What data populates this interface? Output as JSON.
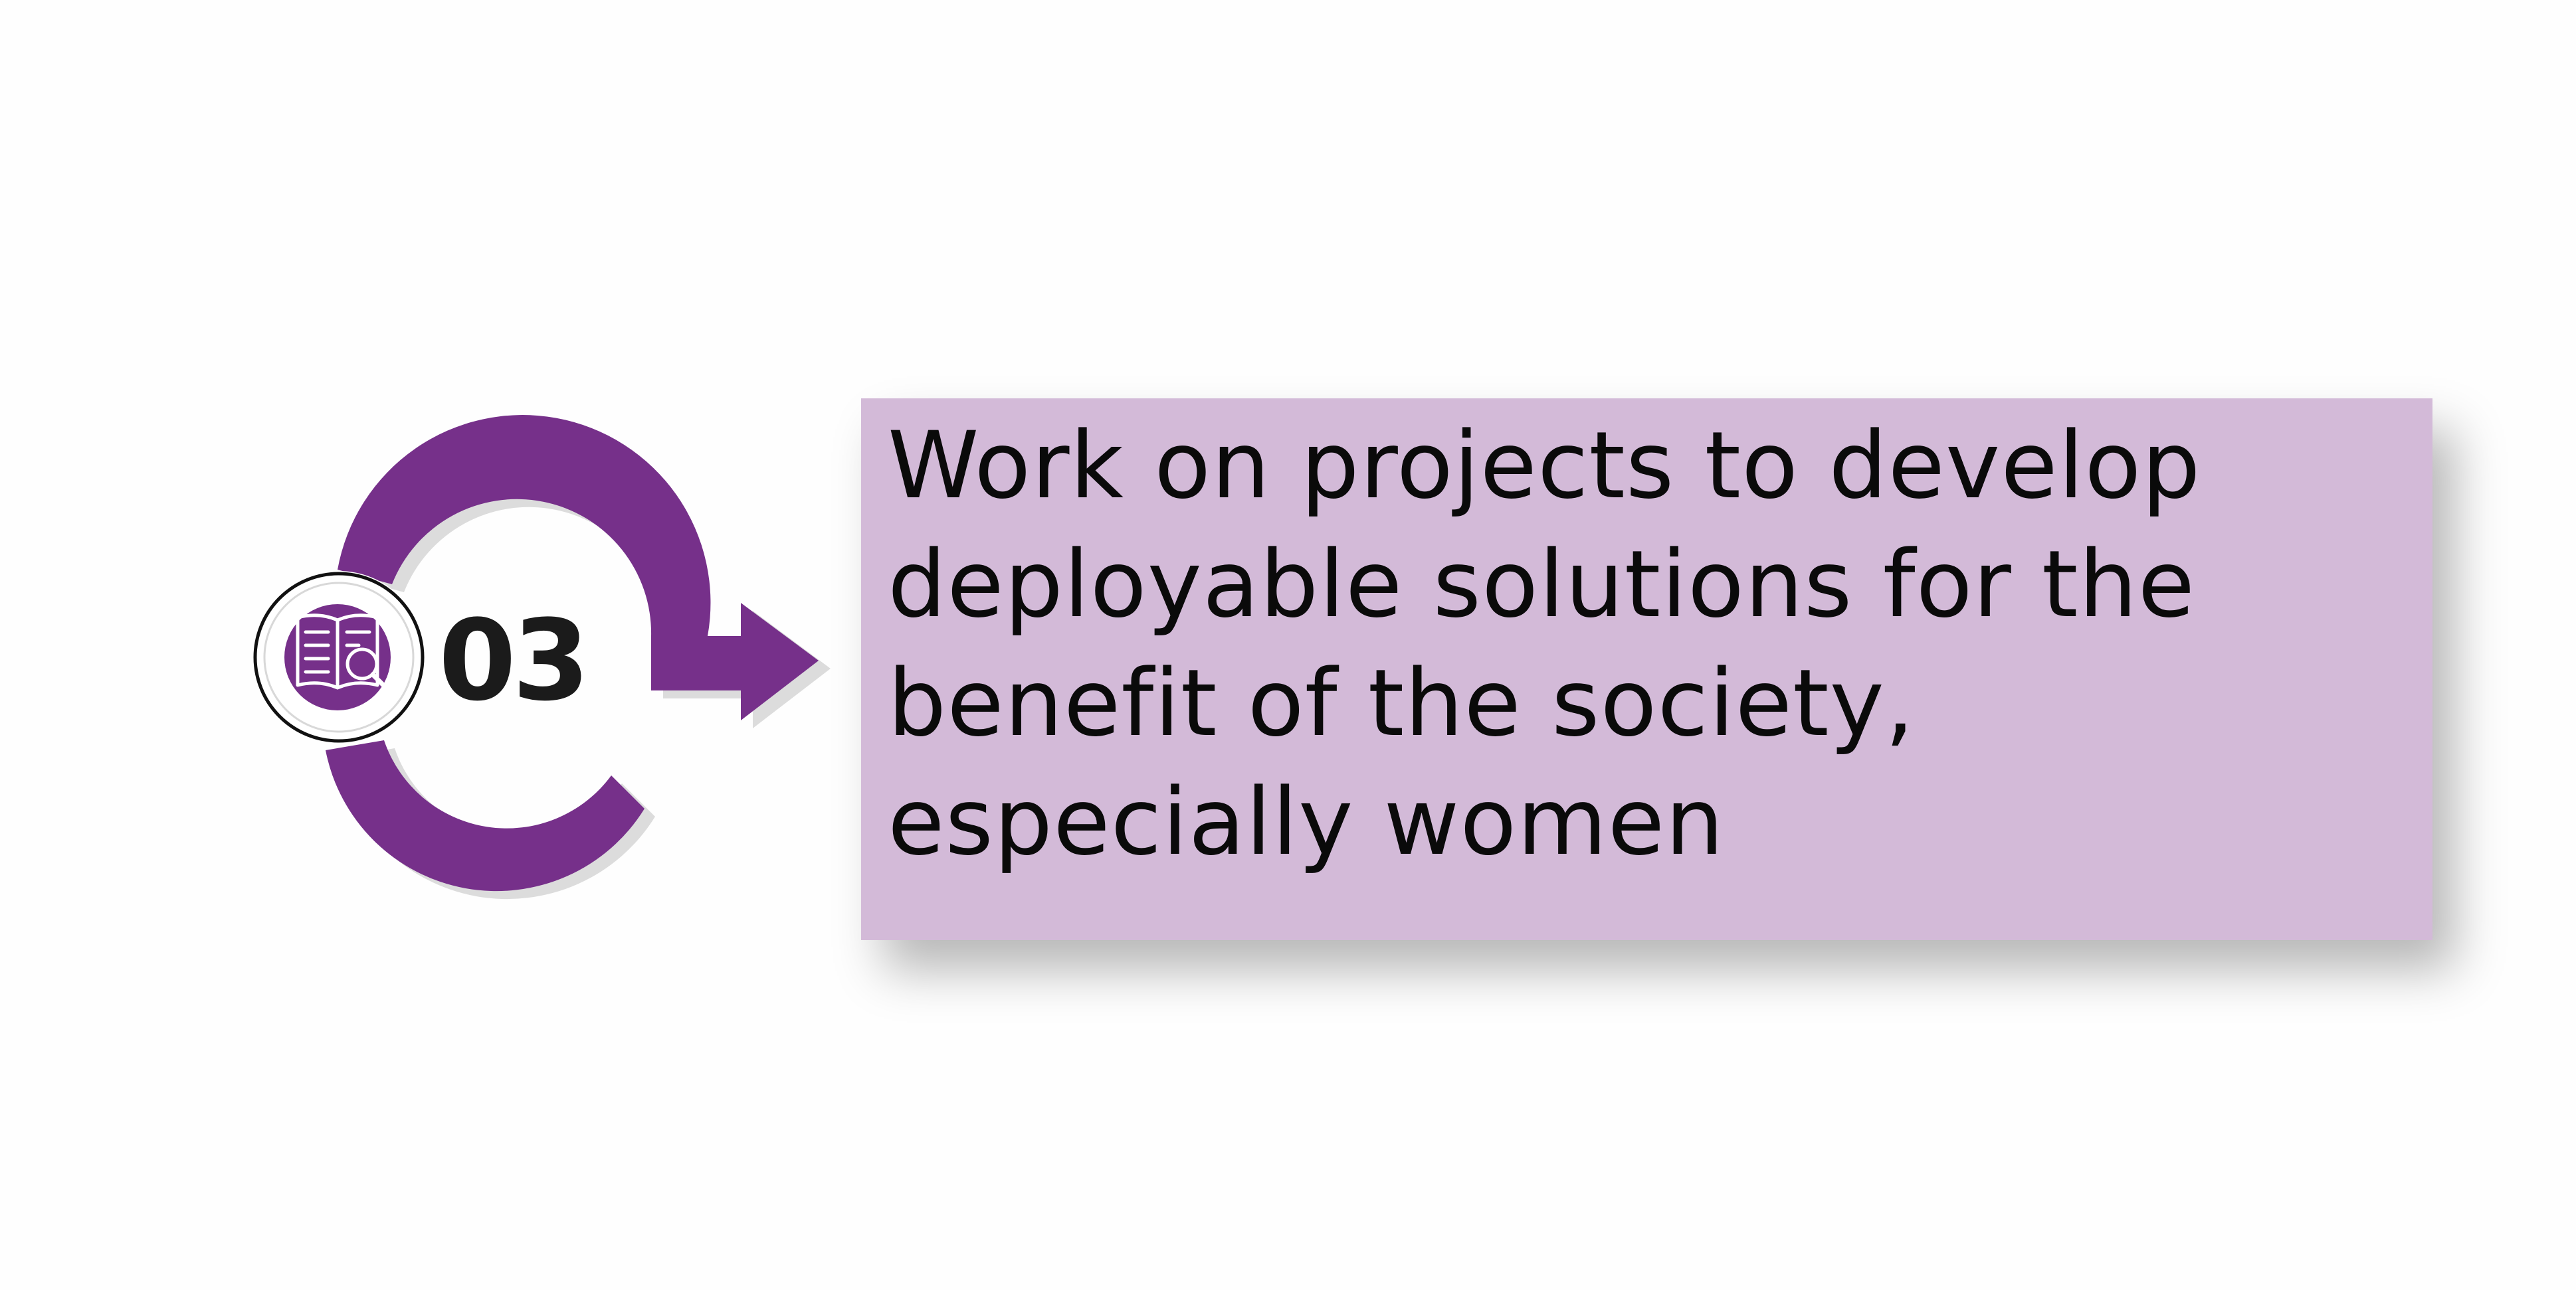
{
  "step": {
    "number": "03",
    "icon": "book-search-icon"
  },
  "statement": {
    "text": "Work on projects to develop deployable solutions for the benefit of the society, especially women",
    "lines": [
      "Work on projects to develop",
      "deployable solutions for the",
      "benefit of the society,",
      "especially women"
    ]
  },
  "colors": {
    "arrow": "#76308a",
    "box": "#d3bad8",
    "text": "#0a0a0a"
  }
}
